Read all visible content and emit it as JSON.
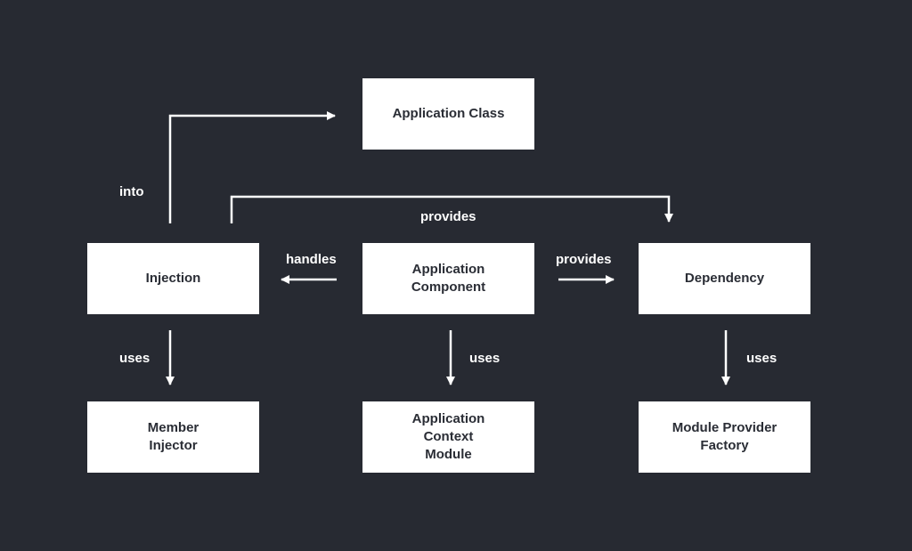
{
  "nodes": {
    "application_class": "Application Class",
    "injection": "Injection",
    "application_component": "Application\nComponent",
    "dependency": "Dependency",
    "member_injector": "Member\nInjector",
    "application_context_module": "Application\nContext\nModule",
    "module_provider_factory": "Module Provider\nFactory"
  },
  "edges": {
    "into": "into",
    "provides_top": "provides",
    "handles": "handles",
    "provides_right": "provides",
    "uses_left": "uses",
    "uses_center": "uses",
    "uses_right": "uses"
  },
  "colors": {
    "background": "#272a32",
    "node_fill": "#ffffff",
    "node_text": "#2a2d35",
    "arrow": "#ffffff"
  }
}
